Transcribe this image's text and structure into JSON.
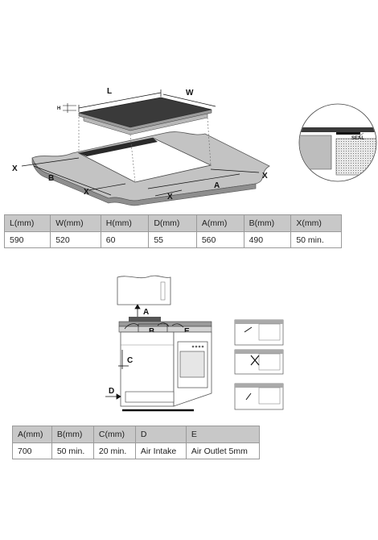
{
  "figure1": {
    "labels": {
      "L": "L",
      "W": "W",
      "H": "H",
      "A": "A",
      "B": "B",
      "X": "X"
    },
    "detail_label": "SEAL"
  },
  "table1": {
    "headers": [
      "L(mm)",
      "W(mm)",
      "H(mm)",
      "D(mm)",
      "A(mm)",
      "B(mm)",
      "X(mm)"
    ],
    "row": [
      "590",
      "520",
      "60",
      "55",
      "560",
      "490",
      "50 min."
    ]
  },
  "figure2": {
    "labels": {
      "A": "A",
      "B": "B",
      "C": "C",
      "D": "D",
      "E": "E"
    }
  },
  "table2": {
    "headers": [
      "A(mm)",
      "B(mm)",
      "C(mm)",
      "D",
      "E"
    ],
    "row": [
      "700",
      "50 min.",
      "20 min.",
      "Air Intake",
      "Air Outlet 5mm"
    ]
  }
}
